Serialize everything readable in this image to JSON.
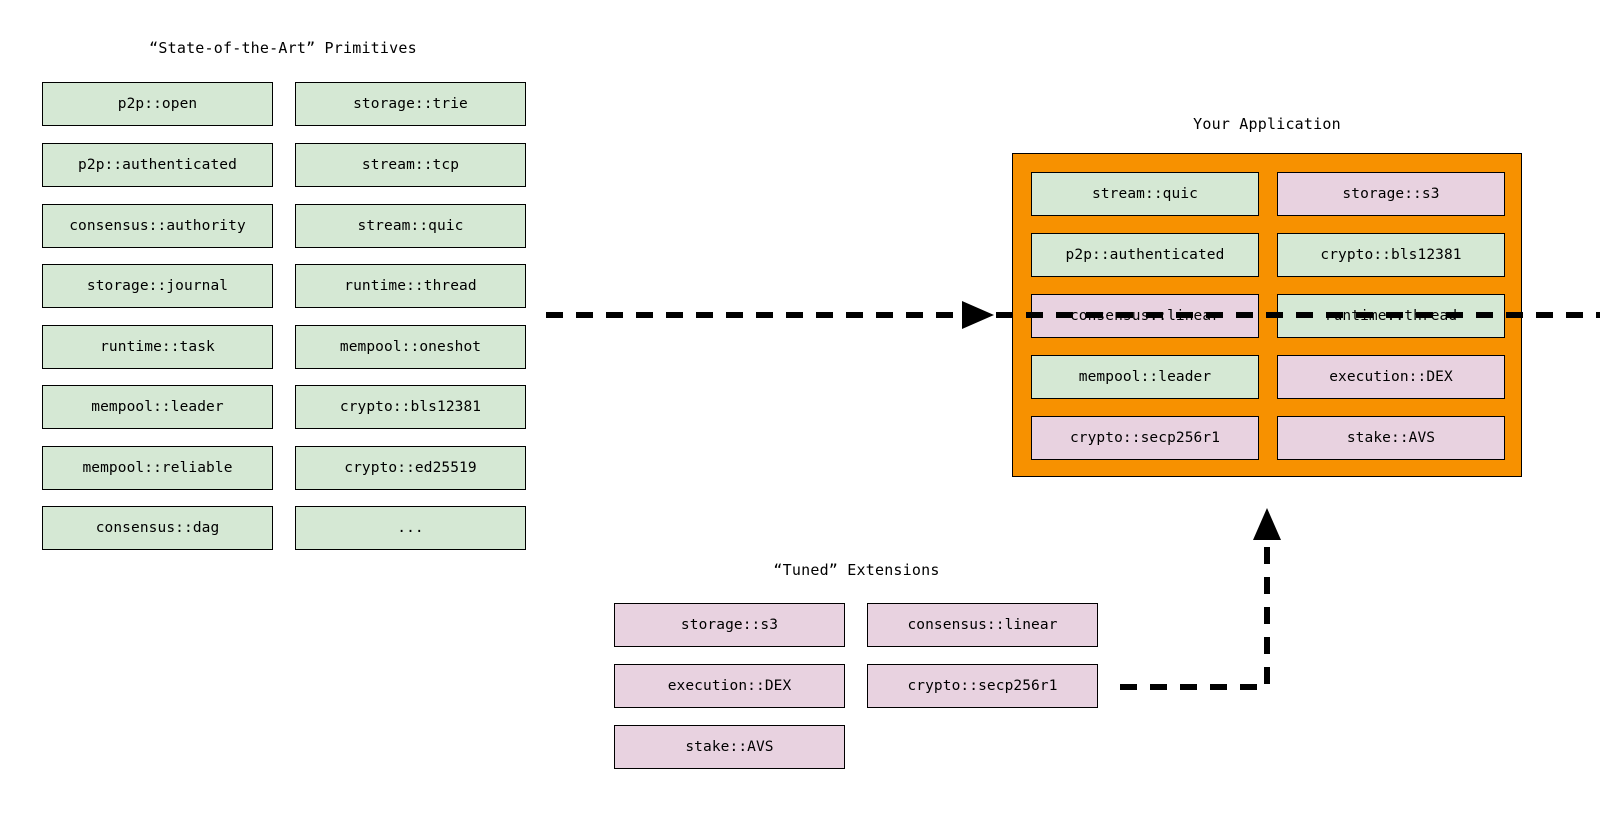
{
  "sections": {
    "primitives": {
      "title": "“State-of-the-Art” Primitives",
      "column_a": [
        "p2p::open",
        "p2p::authenticated",
        "consensus::authority",
        "storage::journal",
        "runtime::task",
        "mempool::leader",
        "mempool::reliable",
        "consensus::dag"
      ],
      "column_b": [
        "storage::trie",
        "stream::tcp",
        "stream::quic",
        "runtime::thread",
        "mempool::oneshot",
        "crypto::bls12381",
        "crypto::ed25519",
        "..."
      ]
    },
    "application": {
      "title": "Your Application",
      "column_a": [
        {
          "label": "stream::quic",
          "kind": "green"
        },
        {
          "label": "p2p::authenticated",
          "kind": "green"
        },
        {
          "label": "consensus::linear",
          "kind": "pink"
        },
        {
          "label": "mempool::leader",
          "kind": "green"
        },
        {
          "label": "crypto::secp256r1",
          "kind": "pink"
        }
      ],
      "column_b": [
        {
          "label": "storage::s3",
          "kind": "pink"
        },
        {
          "label": "crypto::bls12381",
          "kind": "green"
        },
        {
          "label": "runtime::thread",
          "kind": "green"
        },
        {
          "label": "execution::DEX",
          "kind": "pink"
        },
        {
          "label": "stake::AVS",
          "kind": "pink"
        }
      ]
    },
    "extensions": {
      "title": "“Tuned” Extensions",
      "column_a": [
        "storage::s3",
        "execution::DEX",
        "stake::AVS"
      ],
      "column_b": [
        "consensus::linear",
        "crypto::secp256r1"
      ]
    }
  },
  "colors": {
    "primitive_fill": "#d5e8d4",
    "extension_fill": "#e8d2e0",
    "application_panel": "#f79100",
    "border": "#000000",
    "background": "#ffffff"
  },
  "arrows": [
    {
      "name": "primitives-to-application",
      "style": "dashed",
      "direction": "right"
    },
    {
      "name": "extensions-to-application",
      "style": "dashed",
      "direction": "up"
    }
  ]
}
